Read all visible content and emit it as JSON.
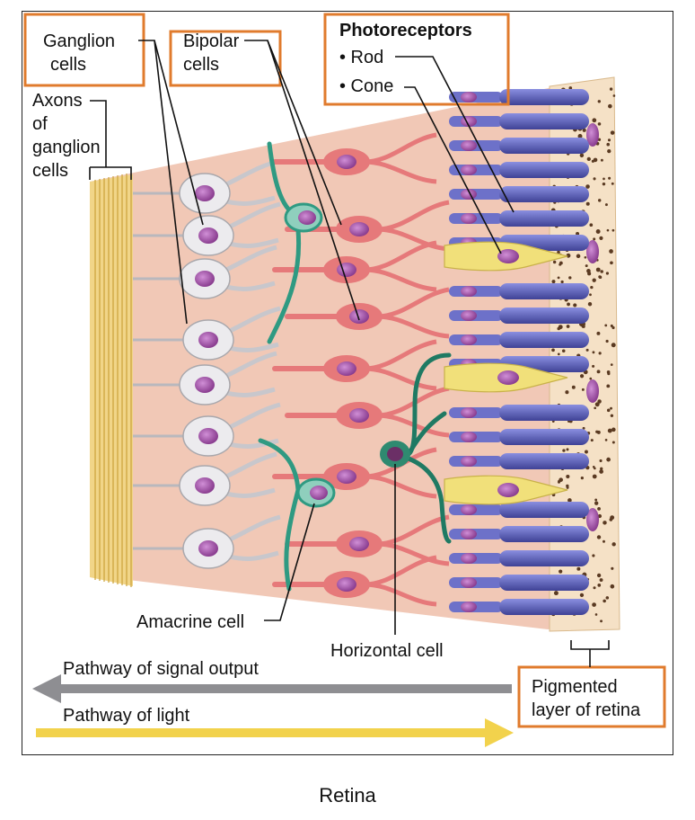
{
  "labels": {
    "ganglion_cells": [
      "Ganglion",
      "cells"
    ],
    "bipolar_cells": [
      "Bipolar",
      "cells"
    ],
    "photoreceptors_title": "Photoreceptors",
    "rod": "• Rod",
    "cone": "• Cone",
    "axons_of_ganglion_cells": [
      "Axons",
      "of",
      "ganglion",
      "cells"
    ],
    "amacrine_cell": "Amacrine cell",
    "horizontal_cell": "Horizontal cell",
    "pathway_signal_output": "Pathway of signal output",
    "pathway_light": "Pathway of light",
    "pigmented_layer": [
      "Pigmented",
      "layer of retina"
    ]
  },
  "caption": "Retina",
  "colors": {
    "highlight_box": "#e07b2d",
    "tissue": "#f0c7b4",
    "ganglion": "#ecebee",
    "bipolar": "#e6797a",
    "rod": "#5b5fb8",
    "cone": "#f1e07a",
    "horizontal_amacrine": "#2f9a82",
    "pigment": "#f3dfc4",
    "nucleus": "#a44fa8",
    "axon": "#e8c24a",
    "signal_arrow": "#8e8e92",
    "light_arrow": "#f2d24c"
  }
}
